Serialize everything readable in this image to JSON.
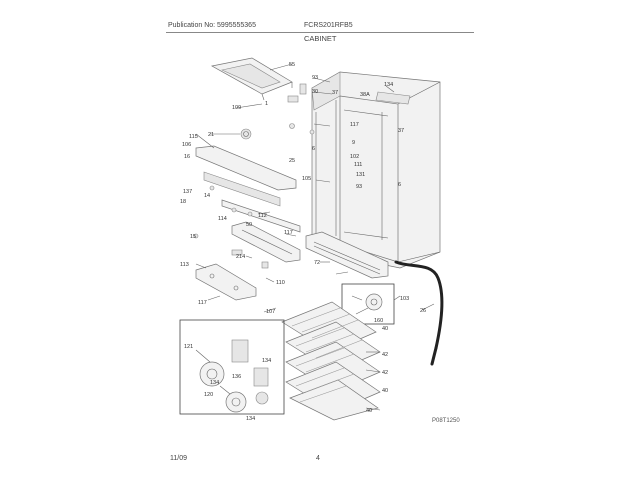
{
  "header": {
    "publication": "Publication No: 5995555365",
    "model": "FCRS201RFB5",
    "section": "CABINET"
  },
  "footer": {
    "date": "11/09",
    "page": "4",
    "figure_code": "P08T1250"
  },
  "part_labels": [
    {
      "id": "l-55",
      "text": "55"
    },
    {
      "id": "l-93a",
      "text": "93"
    },
    {
      "id": "l-134",
      "text": "134"
    },
    {
      "id": "l-37a",
      "text": "37"
    },
    {
      "id": "l-37b",
      "text": "37"
    },
    {
      "id": "l-38a",
      "text": "38A"
    },
    {
      "id": "l-30",
      "text": "30"
    },
    {
      "id": "l-1",
      "text": "1"
    },
    {
      "id": "l-109",
      "text": "109"
    },
    {
      "id": "l-117a",
      "text": "117"
    },
    {
      "id": "l-9",
      "text": "9"
    },
    {
      "id": "l-115",
      "text": "115"
    },
    {
      "id": "l-21",
      "text": "21"
    },
    {
      "id": "l-106",
      "text": "106"
    },
    {
      "id": "l-16",
      "text": "16"
    },
    {
      "id": "l-25",
      "text": "25"
    },
    {
      "id": "l-6a",
      "text": "6"
    },
    {
      "id": "l-6b",
      "text": "6"
    },
    {
      "id": "l-102",
      "text": "102"
    },
    {
      "id": "l-111",
      "text": "111"
    },
    {
      "id": "l-131",
      "text": "131"
    },
    {
      "id": "l-93b",
      "text": "93"
    },
    {
      "id": "l-105",
      "text": "105"
    },
    {
      "id": "l-137",
      "text": "137"
    },
    {
      "id": "l-18",
      "text": "18"
    },
    {
      "id": "l-14",
      "text": "14"
    },
    {
      "id": "l-114",
      "text": "114"
    },
    {
      "id": "l-112",
      "text": "112"
    },
    {
      "id": "l-50",
      "text": "50"
    },
    {
      "id": "l-117b",
      "text": "117"
    },
    {
      "id": "l-15",
      "text": "15"
    },
    {
      "id": "l-214",
      "text": "214"
    },
    {
      "id": "l-113",
      "text": "113"
    },
    {
      "id": "l-110",
      "text": "110"
    },
    {
      "id": "l-72",
      "text": "72"
    },
    {
      "id": "l-117c",
      "text": "117"
    },
    {
      "id": "l-107",
      "text": "107"
    },
    {
      "id": "l-103",
      "text": "103"
    },
    {
      "id": "l-26",
      "text": "26"
    },
    {
      "id": "l-160",
      "text": "160"
    },
    {
      "id": "l-40a",
      "text": "40"
    },
    {
      "id": "l-40b",
      "text": "40"
    },
    {
      "id": "l-42a",
      "text": "42"
    },
    {
      "id": "l-42b",
      "text": "42"
    },
    {
      "id": "l-40c",
      "text": "40"
    },
    {
      "id": "l-121",
      "text": "121"
    },
    {
      "id": "l-134b",
      "text": "134"
    },
    {
      "id": "l-136",
      "text": "136"
    },
    {
      "id": "l-120",
      "text": "120"
    },
    {
      "id": "l-134c",
      "text": "134"
    },
    {
      "id": "l-134d",
      "text": "134"
    }
  ]
}
